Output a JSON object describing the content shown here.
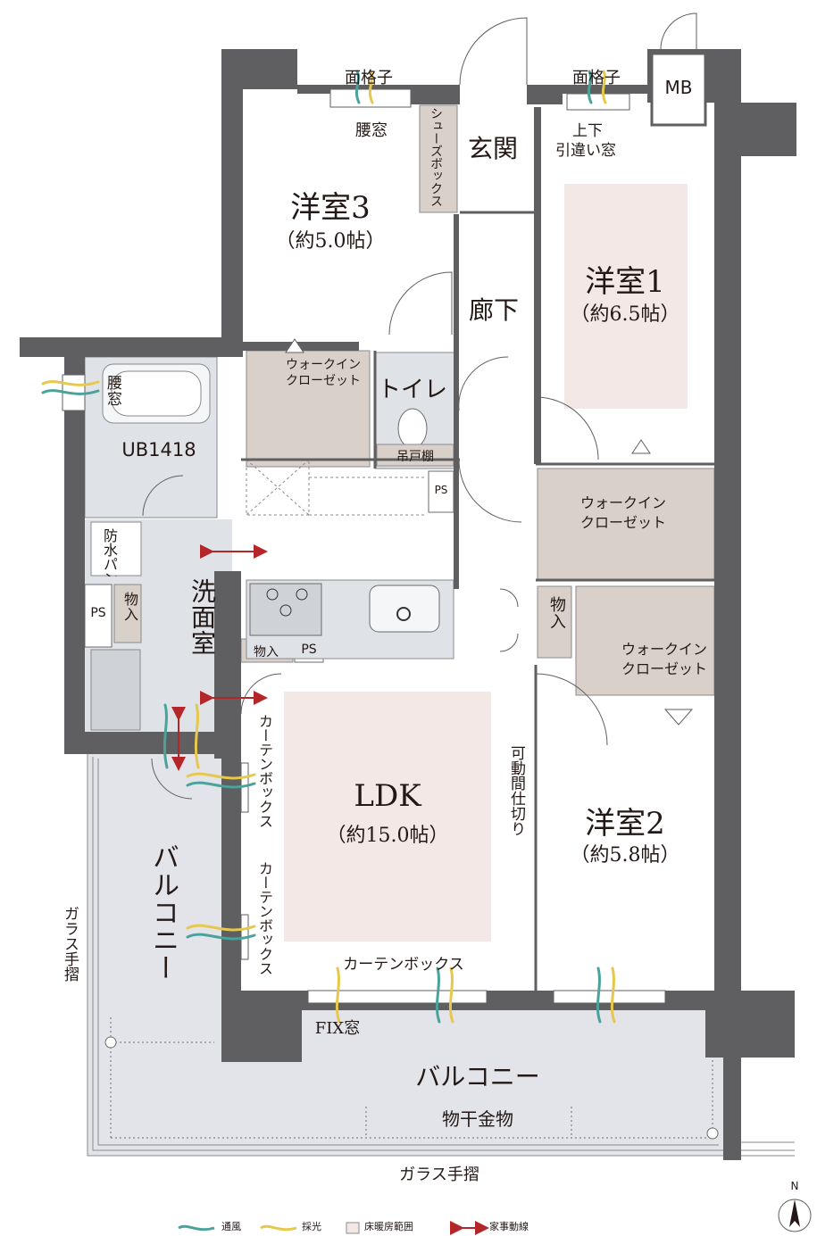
{
  "colors": {
    "wall": "#5f5f61",
    "floor_heating": "#f3e8e6",
    "storage": "#d9d0ca",
    "wet_area": "#dfe2e6",
    "balcony": "#e3e4e9",
    "ventilation": "#4aa39a",
    "light": "#e6c84d",
    "housework": "#b5262a"
  },
  "rooms": {
    "western3": {
      "name": "洋室3",
      "size": "（約5.0帖）"
    },
    "western1": {
      "name": "洋室1",
      "size": "（約6.5帖）"
    },
    "western2": {
      "name": "洋室2",
      "size": "（約5.8帖）"
    },
    "ldk": {
      "name": "LDK",
      "size": "（約15.0帖）"
    },
    "entrance": "玄関",
    "hallway": "廊下",
    "toilet": "トイレ",
    "washroom": "洗面室",
    "unit_bath": "UB1418",
    "balcony_side": "バルコニー",
    "balcony_main": "バルコニー"
  },
  "fixtures": {
    "lattice_left": "面格子",
    "lattice_right": "面格子",
    "waist_window_top": "腰窓",
    "waist_window_bath": "腰窓",
    "updown_window_line1": "上下",
    "updown_window_line2": "引違い窓",
    "mb": "MB",
    "shoe_box": "シューズボックス",
    "wic_1_line1": "ウォークイン",
    "wic_1_line2": "クローゼット",
    "wic_2_line1": "ウォークイン",
    "wic_2_line2": "クローゼット",
    "wic_3_line1": "ウォークイン",
    "wic_3_line2": "クローゼット",
    "hanging_shelf": "吊戸棚",
    "ps_toilet": "PS",
    "ps_kitchen": "PS",
    "ps_wash": "PS",
    "waterproof_pan": "防水パン",
    "storage_wash": "物入",
    "storage_kitchen": "物入",
    "storage_hall": "物入",
    "curtain_box_1": "カーテンボックス",
    "curtain_box_2": "カーテンボックス",
    "curtain_box_bottom": "カーテンボックス",
    "movable_partition": "可動間仕切り",
    "fix_window": "FIX窓",
    "drying_hardware": "物干金物",
    "glass_rail_left": "ガラス手摺",
    "glass_rail_bottom": "ガラス手摺"
  },
  "compass": "N",
  "legend": [
    {
      "label": "通風",
      "icon": "ventilation-wave"
    },
    {
      "label": "採光",
      "icon": "light-wave"
    },
    {
      "label": "床暖房範囲",
      "icon": "floor-heating-swatch"
    },
    {
      "label": "家事動線",
      "icon": "housework-arrow"
    }
  ]
}
